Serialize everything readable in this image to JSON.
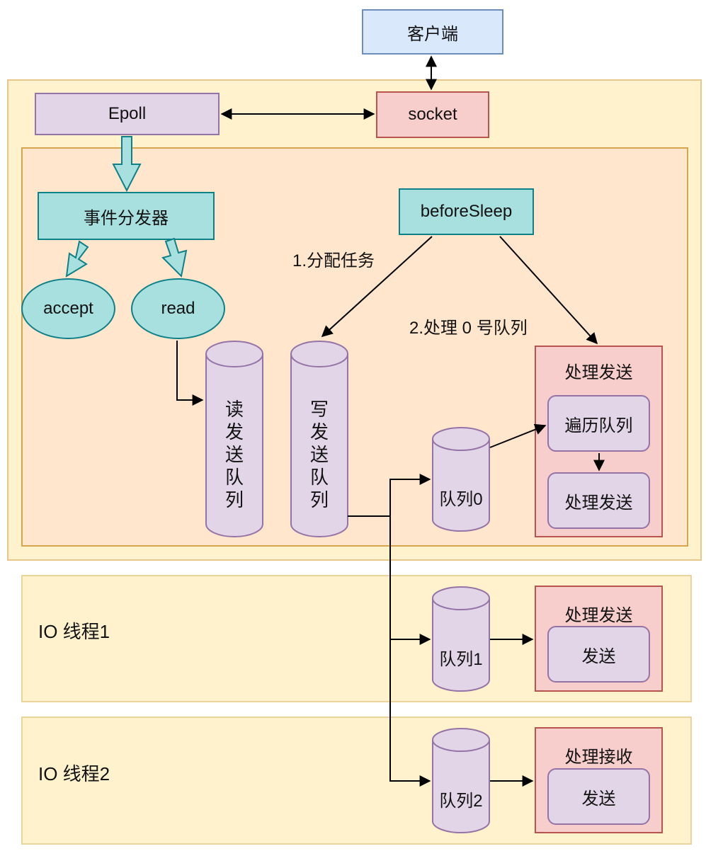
{
  "nodes": {
    "client": "客户端",
    "epoll": "Epoll",
    "socket": "socket",
    "dispatcher": "事件分发器",
    "before_sleep": "beforeSleep",
    "accept": "accept",
    "read": "read",
    "read_queue": "读发送队列",
    "write_queue": "写发送队列",
    "queue0": "队列0",
    "queue1": "队列1",
    "queue2": "队列2"
  },
  "edge_labels": {
    "assign_tasks": "1.分配任务",
    "process_queue0": "2.处理 0 号队列"
  },
  "groups": {
    "main_send": {
      "title": "处理发送",
      "items": [
        "遍历队列",
        "处理发送"
      ]
    },
    "io1_send": {
      "title": "处理发送",
      "items": [
        "发送"
      ]
    },
    "io2_recv": {
      "title": "处理接收",
      "items": [
        "发送"
      ]
    }
  },
  "regions": {
    "io_thread1": "IO 线程1",
    "io_thread2": "IO 线程2"
  },
  "colors": {
    "blue_fill": "#dae8fc",
    "purple_fill": "#e1d5e7",
    "red_fill": "#f8cecc",
    "teal_fill": "#a8e0e0",
    "yellow_fill": "#fff2cc",
    "orange_fill": "#ffe6cc"
  }
}
